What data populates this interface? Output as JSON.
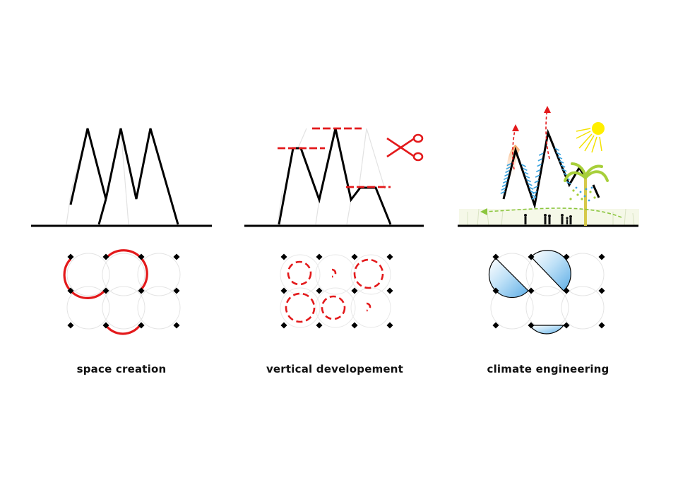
{
  "panels": [
    {
      "caption": "space creation"
    },
    {
      "caption": "vertical developement"
    },
    {
      "caption": "climate engineering"
    }
  ],
  "colors": {
    "line": "#000000",
    "accent_red": "#e3191b",
    "sky_blue": "#8fc9f0",
    "sun_yellow": "#ffef00",
    "palm_green": "#a7cf3a",
    "ghost_grey": "#d9d9d9"
  },
  "icons": [
    "scissors-icon",
    "sun-icon",
    "palm-tree-icon",
    "people-icon",
    "rising-air-arrow-icon"
  ]
}
